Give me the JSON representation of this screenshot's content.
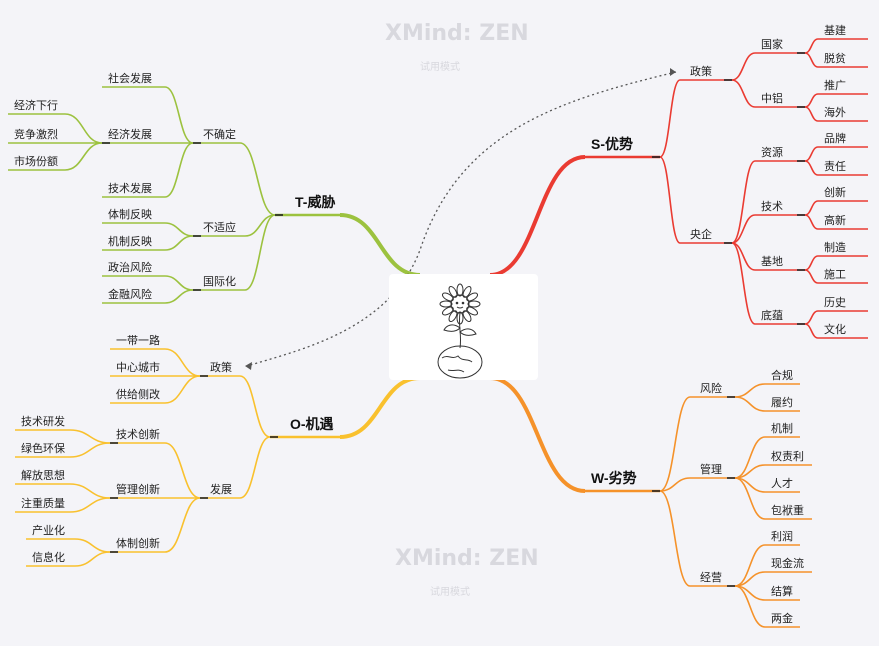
{
  "watermark": {
    "brand": "XMind: ZEN",
    "mode": "试用模式"
  },
  "center": {
    "image": "sunflower-globe-icon"
  },
  "branches": [
    {
      "label": "S-优势",
      "color": "#ea3b32",
      "children": [
        {
          "label": "政策",
          "children": [
            {
              "label": "国家",
              "children": [
                {
                  "label": "基建"
                },
                {
                  "label": "脱贫"
                }
              ]
            },
            {
              "label": "中铝",
              "children": [
                {
                  "label": "推广"
                },
                {
                  "label": "海外"
                }
              ]
            }
          ]
        },
        {
          "label": "央企",
          "children": [
            {
              "label": "资源",
              "children": [
                {
                  "label": "品牌"
                },
                {
                  "label": "责任"
                }
              ]
            },
            {
              "label": "技术",
              "children": [
                {
                  "label": "创新"
                },
                {
                  "label": "高新"
                }
              ]
            },
            {
              "label": "基地",
              "children": [
                {
                  "label": "制造"
                },
                {
                  "label": "施工"
                }
              ]
            },
            {
              "label": "底蕴",
              "children": [
                {
                  "label": "历史"
                },
                {
                  "label": "文化"
                }
              ]
            }
          ]
        }
      ]
    },
    {
      "label": "W-劣势",
      "color": "#f5922a",
      "children": [
        {
          "label": "风险",
          "children": [
            {
              "label": "合规"
            },
            {
              "label": "履约"
            }
          ]
        },
        {
          "label": "管理",
          "children": [
            {
              "label": "机制"
            },
            {
              "label": "权责利"
            },
            {
              "label": "人才"
            },
            {
              "label": "包袱重"
            }
          ]
        },
        {
          "label": "经营",
          "children": [
            {
              "label": "利润"
            },
            {
              "label": "现金流"
            },
            {
              "label": "结算"
            },
            {
              "label": "两金"
            }
          ]
        }
      ]
    },
    {
      "label": "T-威胁",
      "color": "#9cc23f",
      "children": [
        {
          "label": "不确定",
          "children": [
            {
              "label": "社会发展"
            },
            {
              "label": "经济发展",
              "children": [
                {
                  "label": "经济下行"
                },
                {
                  "label": "竞争激烈"
                },
                {
                  "label": "市场份额"
                }
              ]
            },
            {
              "label": "技术发展"
            }
          ]
        },
        {
          "label": "不适应",
          "children": [
            {
              "label": "体制反映"
            },
            {
              "label": "机制反映"
            }
          ]
        },
        {
          "label": "国际化",
          "children": [
            {
              "label": "政治风险"
            },
            {
              "label": "金融风险"
            }
          ]
        }
      ]
    },
    {
      "label": "O-机遇",
      "color": "#f9c12e",
      "children": [
        {
          "label": "政策",
          "children": [
            {
              "label": "一带一路"
            },
            {
              "label": "中心城市"
            },
            {
              "label": "供给侧改"
            }
          ]
        },
        {
          "label": "发展",
          "children": [
            {
              "label": "技术创新",
              "children": [
                {
                  "label": "技术研发"
                },
                {
                  "label": "绿色环保"
                }
              ]
            },
            {
              "label": "管理创新",
              "children": [
                {
                  "label": "解放思想"
                },
                {
                  "label": "注重质量"
                }
              ]
            },
            {
              "label": "体制创新",
              "children": [
                {
                  "label": "产业化"
                },
                {
                  "label": "信息化"
                }
              ]
            }
          ]
        }
      ]
    }
  ]
}
